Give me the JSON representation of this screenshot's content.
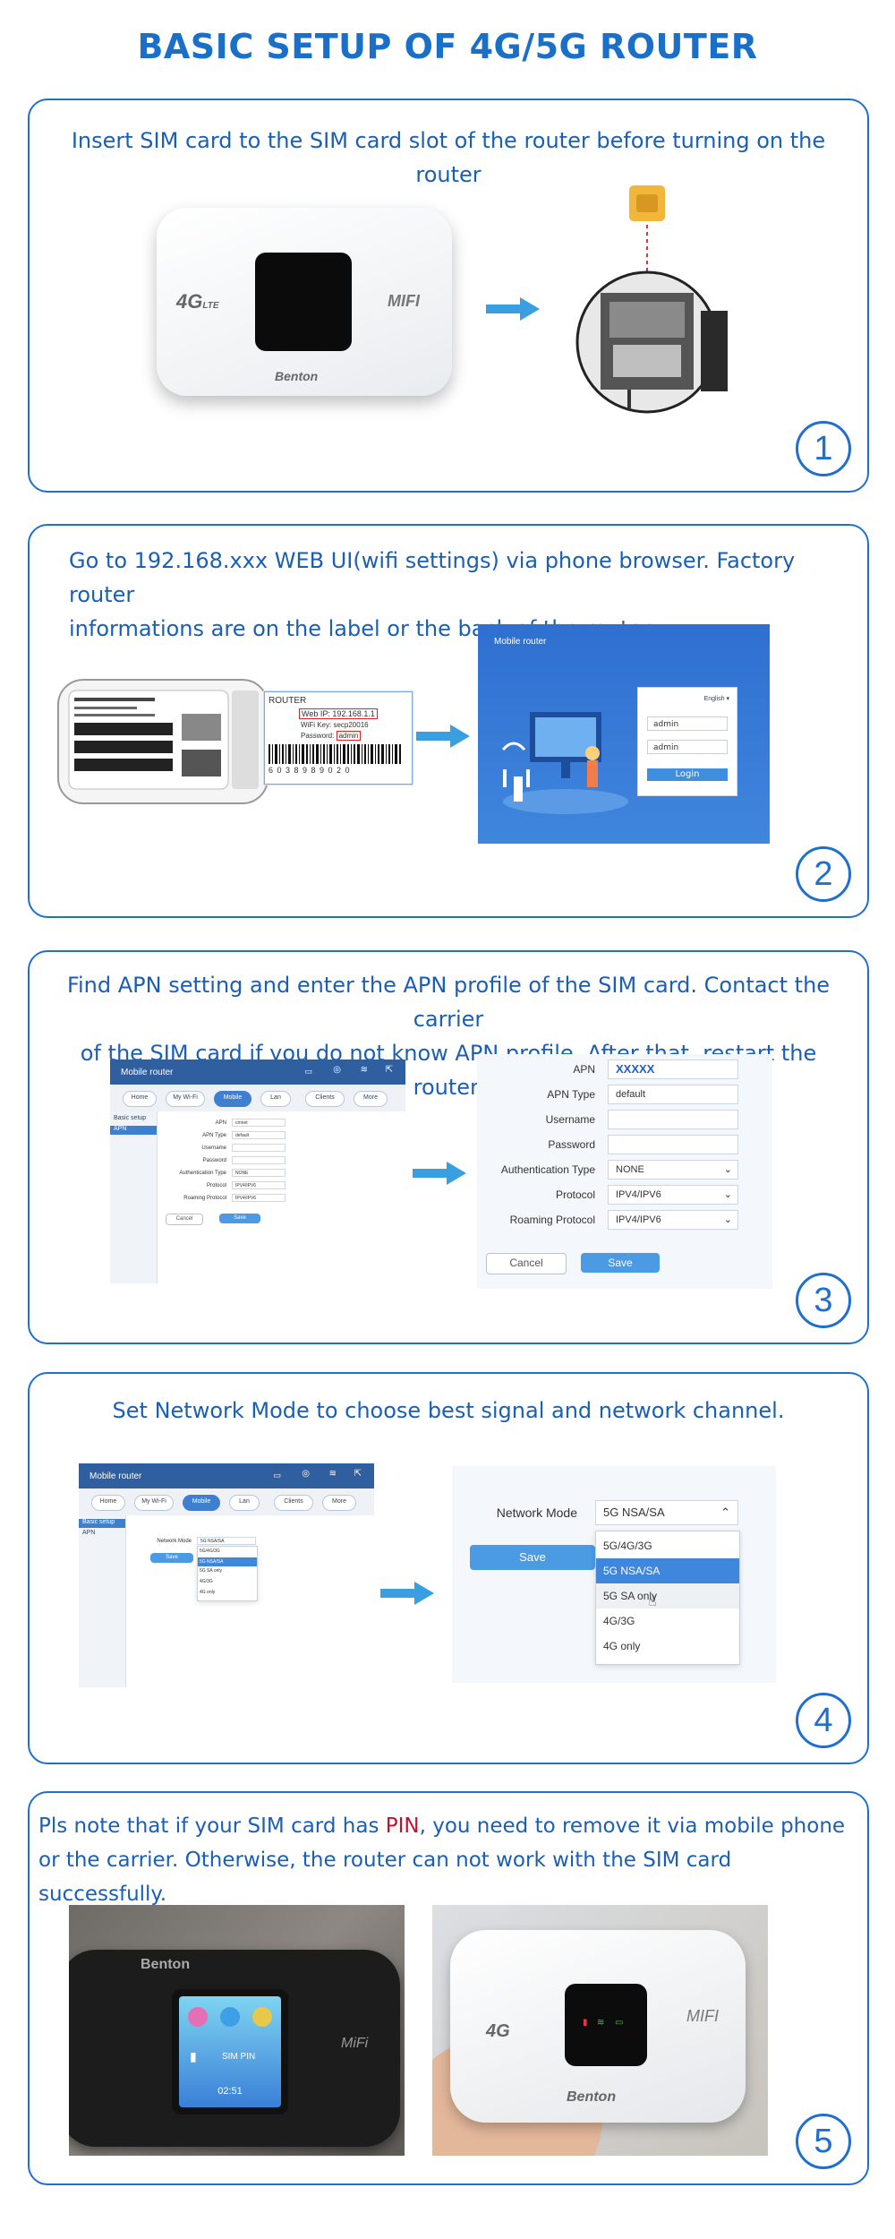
{
  "title": "BASIC SETUP OF 4G/5G ROUTER",
  "colors": {
    "accent": "#1f6fcf",
    "text": "#1a5fb4",
    "pin": "#c8102e",
    "arrow": "#3a9fe0"
  },
  "steps": [
    {
      "number": "1",
      "text": "Insert SIM card to the SIM card slot of the router before turning on the router",
      "device": {
        "brand_left": "4G",
        "brand_left_sub": "LTE",
        "brand_right": "MIFI",
        "maker": "Benton"
      }
    },
    {
      "number": "2",
      "text_line1": "Go to 192.168.xxx WEB UI(wifi settings) via phone browser. Factory router",
      "text_line2": "informations are on the label or the back of the router.",
      "label": {
        "line1": "ROUTER",
        "line2": "Web IP: 192.168.1.1",
        "line3": "WiFi Key: secp20016",
        "line4": "Password:",
        "line4_value": "admin",
        "barcode": "6 0 3 8 9 8 9 0 2 0"
      },
      "login": {
        "header": "Mobile router",
        "lang": "English",
        "user": "admin",
        "pass": "admin",
        "button": "Login"
      }
    },
    {
      "number": "3",
      "text_line1": "Find APN setting and enter the APN profile of the SIM card. Contact the carrier",
      "text_line2": "of the SIM card if you do not know APN profile.  After that, restart the router.",
      "mini": {
        "header": "Mobile router",
        "tabs": [
          "Home",
          "My Wi-Fi",
          "Mobile",
          "Lan",
          "Clients",
          "More"
        ],
        "side": [
          "Basic setup",
          "APN"
        ],
        "fields": [
          {
            "label": "APN",
            "value": "cmnet"
          },
          {
            "label": "APN Type",
            "value": "default"
          },
          {
            "label": "Username",
            "value": ""
          },
          {
            "label": "Password",
            "value": ""
          },
          {
            "label": "Authentication Type",
            "value": "NONE"
          },
          {
            "label": "Protocol",
            "value": "IPV4/IPV6"
          },
          {
            "label": "Roaming Protocol",
            "value": "IPV4/IPV6"
          }
        ],
        "cancel": "Cancel",
        "save": "Save"
      },
      "form": {
        "fields": [
          {
            "label": "APN",
            "value": "XXXXX"
          },
          {
            "label": "APN Type",
            "value": "default"
          },
          {
            "label": "Username",
            "value": ""
          },
          {
            "label": "Password",
            "value": ""
          },
          {
            "label": "Authentication Type",
            "value": "NONE"
          },
          {
            "label": "Protocol",
            "value": "IPV4/IPV6"
          },
          {
            "label": "Roaming Protocol",
            "value": "IPV4/IPV6"
          }
        ],
        "cancel": "Cancel",
        "save": "Save"
      }
    },
    {
      "number": "4",
      "text": "Set Network Mode to choose best signal and network channel.",
      "mini": {
        "header": "Mobile router",
        "tabs": [
          "Home",
          "My Wi-Fi",
          "Mobile",
          "Lan",
          "Clients",
          "More"
        ],
        "side": [
          "Basic setup",
          "APN"
        ],
        "label": "Network Mode",
        "value": "5G NSA/SA",
        "save": "Save",
        "options": [
          "5G/4G/3G",
          "5G NSA/SA",
          "5G SA only",
          "4G/3G",
          "4G only"
        ]
      },
      "form": {
        "label": "Network Mode",
        "value": "5G NSA/SA",
        "save": "Save",
        "options": [
          "5G/4G/3G",
          "5G NSA/SA",
          "5G SA only",
          "4G/3G",
          "4G only"
        ]
      }
    },
    {
      "number": "5",
      "text_before": "Pls note that if your SIM card has ",
      "text_pin": "PIN",
      "text_after": ", you need to remove it via mobile phone",
      "text_line2": "or the carrier. Otherwise, the router can not work with the SIM card successfully.",
      "photo1": {
        "screen_text": "SIM PIN",
        "time": "02:51",
        "brand": "Benton",
        "side": "MiFi"
      },
      "photo2": {
        "brand_left": "4G",
        "brand_right": "MIFI",
        "maker": "Benton"
      }
    }
  ]
}
